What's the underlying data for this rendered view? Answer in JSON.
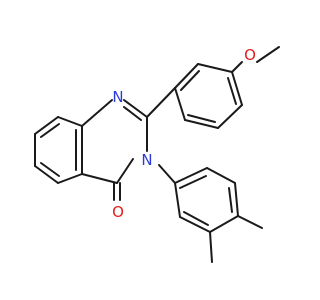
{
  "structure": {
    "atom_labels": {
      "n1": "N",
      "n3": "N",
      "o_carbonyl": "O",
      "o_methoxy": "O"
    },
    "colors": {
      "nitrogen": "#2b3bd6",
      "oxygen": "#e0201a",
      "bond": "#1a1a1a"
    }
  }
}
